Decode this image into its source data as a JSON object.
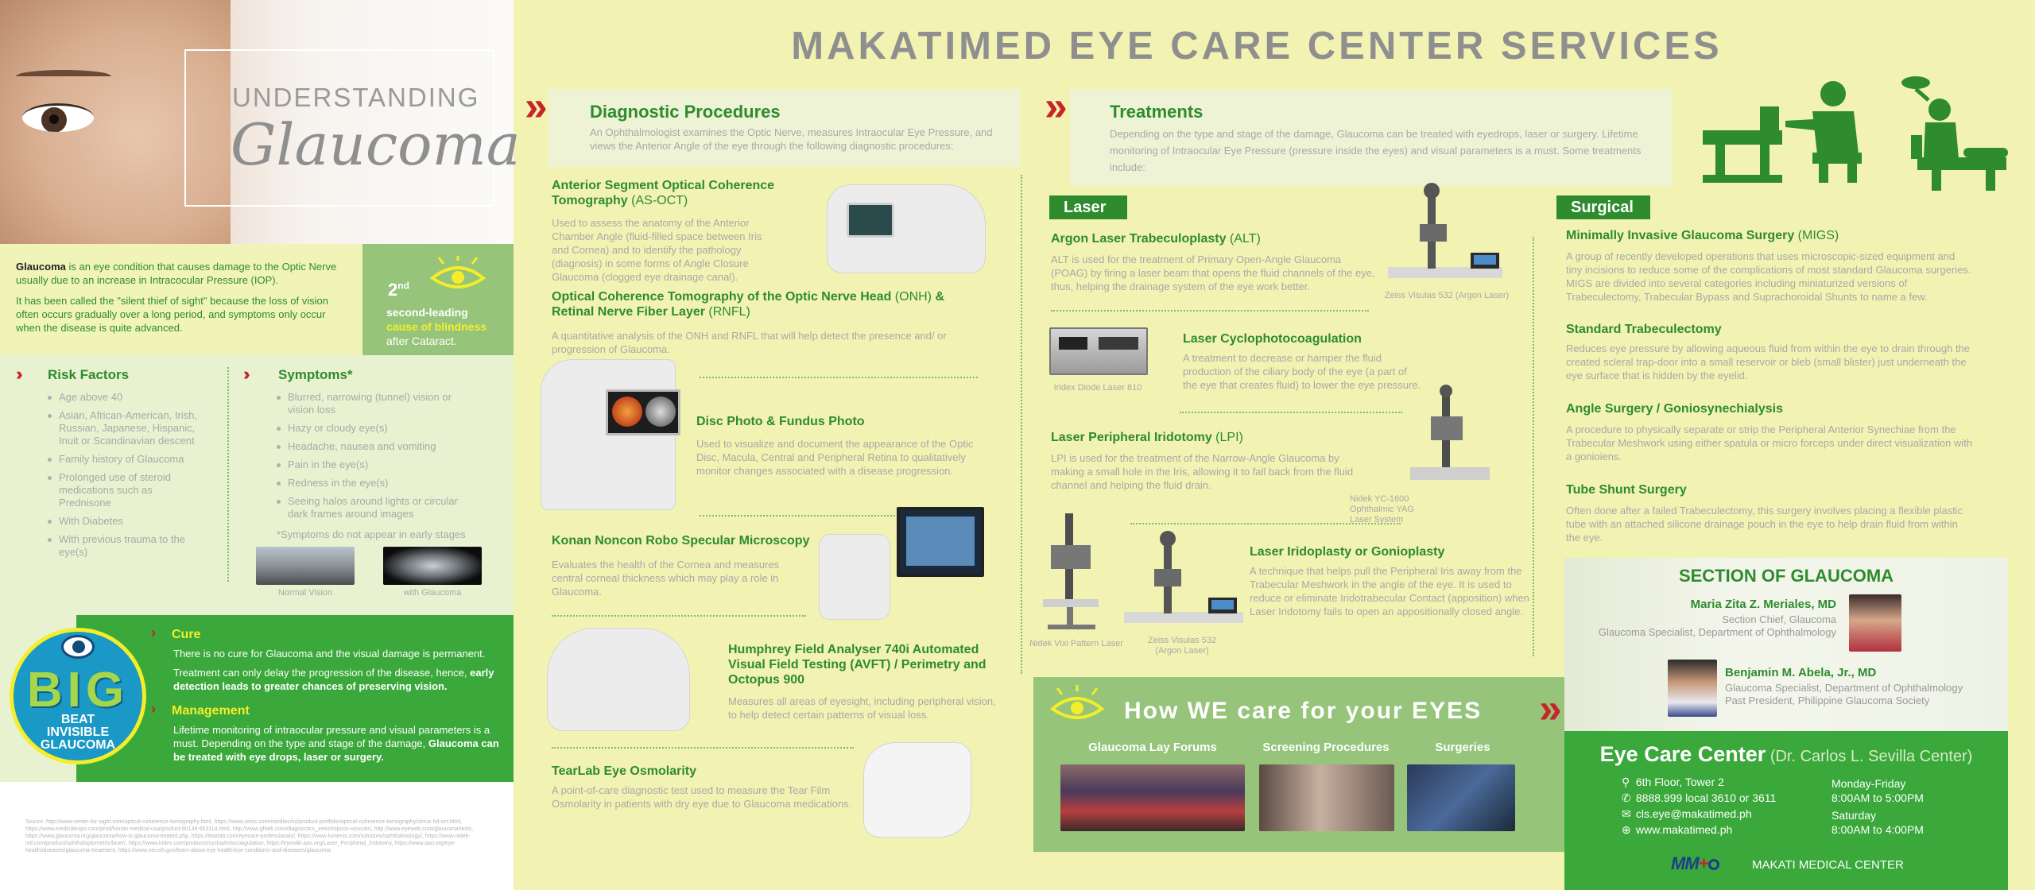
{
  "poster_title": "MAKATIMED EYE CARE CENTER SERVICES",
  "left": {
    "understanding": "UNDERSTANDING",
    "glaucoma": "Glaucoma",
    "intro_bold": "Glaucoma",
    "intro_rest": " is an eye condition that causes damage to the Optic Nerve usually due to an increase in Intracocular Pressure (IOP).",
    "intro2": "It has been called the \"silent thief of sight\" because the loss of vision often occurs gradually over a long period, and symptoms only occur when the disease is quite advanced.",
    "rank": "2",
    "rank_sup": "nd",
    "rank_line1": "second-leading",
    "rank_line2": "cause of blindness",
    "rank_line3": "after Cataract.",
    "risk_title": "Risk Factors",
    "risk_items": [
      "Age above 40",
      "Asian, African-American, Irish, Russian, Japanese, Hispanic, Inuit or Scandinavian descent",
      "Family history of Glaucoma",
      "Prolonged use of steroid medications such as Prednisone",
      "With Diabetes",
      "With previous trauma to the eye(s)"
    ],
    "symptoms_title": "Symptoms*",
    "symptom_items": [
      "Blurred, narrowing (tunnel) vision or vision loss",
      "Hazy or cloudy eye(s)",
      "Headache, nausea and vomiting",
      "Pain in the eye(s)",
      "Redness in the eye(s)",
      "Seeing halos around lights or circular dark frames around images"
    ],
    "symptoms_note": "*Symptoms do not appear in early stages",
    "normal_vision": "Normal Vision",
    "with_glaucoma": "with Glaucoma",
    "big_logo": {
      "big": "BIG",
      "beat": "BEAT",
      "invisible": "INVISIBLE",
      "glaucoma": "GLAUCOMA"
    },
    "cure_title": "Cure",
    "cure1": "There is no cure for Glaucoma and the visual damage is permanent.",
    "cure2": "Treatment can only delay the progression of the disease, hence, ",
    "cure2_bold": "early detection leads to greater chances of preserving vision.",
    "mgmt_title": "Management",
    "mgmt_text": "Lifetime monitoring of intraocular pressure and visual parameters is a must. Depending on the type and stage of the damage, ",
    "mgmt_bold": "Glaucoma can be treated with eye drops, laser or surgery.",
    "source": "Source: http://www.center-for-sight.com/optical-coherence-tomography.html, https://www.zeiss.com/meditec/int/product-portfolio/optical-coherence-tomography/cirrus-hd-oct.html, https://www.medicalexpo.com/prod/konan-medical-usa/product-80138-553114.html, http://www.ghtek.com/diagnostics_zeiss/topcon-visucam, http://www.eyeweb.com/glaucoma/tests, https://www.glaucoma.org/glaucoma/how-is-glaucoma-treated.php, https://tearlab.com/eyecare-professionals/, https://www.lumenis.com/solutions/ophthalmology/, https://www.nidek-intl.com/product/ophthaloptometric/laser/, https://www.iridex.com/products/cyclophotocoagulation, https://eyewiki.aao.org/Laser_Peripheral_Iridotomy, https://www.aao.org/eye-health/diseases/glaucoma-treatment, https://www.nei.nih.gov/learn-about-eye-health/eye-conditions-and-diseases/glaucoma"
  },
  "diagnostic": {
    "title": "Diagnostic Procedures",
    "intro": "An Ophthalmologist examines the Optic Nerve, measures Intraocular Eye Pressure, and views the Anterior Angle of the eye through the following diagnostic procedures:",
    "asoct_title": "Anterior Segment Optical Coherence Tomography",
    "asoct_abbr": " (AS-OCT)",
    "asoct_text": "Used to assess the anatomy of the Anterior Chamber Angle (fluid-filled space between Iris and Cornea) and to identify the pathology (diagnosis) in some forms of Angle Closure Glaucoma (clogged eye drainage canal).",
    "oct_title": "Optical Coherence Tomography of the Optic Nerve Head",
    "oct_abbr1": " (ONH)",
    "oct_and": " & Retinal Nerve Fiber Layer",
    "oct_abbr2": " (RNFL)",
    "oct_text": "A quantitative analysis of the ONH and RNFL that will help detect the presence and/ or progression of Glaucoma.",
    "disc_title": "Disc Photo & Fundus Photo",
    "disc_text": "Used to visualize and document the appearance of the Optic Disc, Macula, Central and Peripheral Retina to qualitatively monitor changes associated with a disease progression.",
    "konan_title": "Konan Noncon Robo Specular Microscopy",
    "konan_text": "Evaluates the health of the Cornea and measures central corneal thickness which may play a role in Glaucoma.",
    "hfa_title": "Humphrey Field Analyser 740i  Automated Visual Field Testing (AVFT) / Perimetry and Octopus 900",
    "hfa_text": "Measures all areas of eyesight, including peripheral vision, to help detect certain patterns of visual loss.",
    "tear_title": "TearLab Eye Osmolarity",
    "tear_text": "A point-of-care diagnostic test used to measure the Tear Film Osmolarity in patients with dry eye due to Glaucoma medications."
  },
  "treatments": {
    "title": "Treatments",
    "intro": "Depending on the type and stage of the damage, Glaucoma can be treated with eyedrops, laser or surgery. Lifetime monitoring of Intraocular Eye Pressure (pressure inside the eyes) and visual parameters is a must. Some treatments include:",
    "laser_label": "Laser",
    "alt_title": "Argon Laser Trabeculoplasty",
    "alt_abbr": " (ALT)",
    "alt_text": "ALT is used for the treatment of Primary Open-Angle Glaucoma (POAG) by firing a laser beam that opens the fluid channels of the eye, thus, helping the drainage system of the eye work better.",
    "alt_cap": "Zeiss Visulas 532 (Argon Laser)",
    "cyclo_title": "Laser Cyclophotocoagulation",
    "cyclo_text": "A treatment to decrease or hamper the fluid production of the ciliary body of the eye (a part of the eye that creates fluid) to lower the eye pressure.",
    "cyclo_cap": "Iridex Diode Laser 810",
    "lpi_title": "Laser Peripheral Iridotomy",
    "lpi_abbr": " (LPI)",
    "lpi_text": "LPI is used for the treatment of the Narrow-Angle Glaucoma by making a small hole in the Iris, allowing it to fall back from the fluid channel and helping the fluid drain.",
    "lpi_cap": "Nidek YC-1600 Ophthalmic YAG Laser System",
    "lig_title": "Laser Iridoplasty or Gonioplasty",
    "lig_text": "A technique that helps pull the Peripheral Iris away from the Trabecular  Meshwork in the angle of the eye. It is used to reduce or eliminate Iridotrabecular Contact (apposition) when Laser Iridotomy fails to open an appositionally closed angle.",
    "nidek_cap": "Nidek Vixi Pattern Laser",
    "zeiss_cap": "Zeiss Visulas 532 (Argon Laser)",
    "surgical_label": "Surgical",
    "migs_title": "Minimally Invasive Glaucoma Surgery",
    "migs_abbr": " (MIGS)",
    "migs_text": "A group of recently developed operations that uses microscopic-sized equipment and tiny incisions to reduce some of the complications of  most standard Glaucoma surgeries. MIGS are divided into several categories including miniaturized versions of Trabeculectomy, Trabecular Bypass and Suprachoroidal Shunts to name a few.",
    "trab_title": "Standard Trabeculectomy",
    "trab_text": "Reduces eye pressure by allowing aqueous fluid from within the eye to drain through the created  scleral trap-door into a small reservoir or bleb (small blister) just underneath the eye surface that is hidden by the eyelid.",
    "angle_title": "Angle Surgery / Goniosynechialysis",
    "angle_text": "A procedure to physically separate or strip the Peripheral Anterior Synechiae from the Trabecular Meshwork using either spatula or micro forceps under direct visualization with a gonioiens.",
    "tube_title": "Tube Shunt Surgery",
    "tube_text": "Often done after a failed Trabeculectomy, this surgery involves placing a flexible plastic tube with an attached silicone drainage pouch in the eye to help drain fluid from within the eye."
  },
  "care": {
    "title": "How WE care for your EYES",
    "items": [
      "Glaucoma Lay Forums",
      "Screening Procedures",
      "Surgeries"
    ]
  },
  "section": {
    "title": "SECTION OF GLAUCOMA",
    "doc1_name": "Maria Zita Z. Meriales, MD",
    "doc1_role1": "Section Chief, Glaucoma",
    "doc1_role2": "Glaucoma Specialist, Department of Ophthalmology",
    "doc2_name": "Benjamin M. Abela, Jr., MD",
    "doc2_role1": "Glaucoma Specialist, Department of Ophthalmology",
    "doc2_role2": "Past President, Philippine Glaucoma Society"
  },
  "center": {
    "title": "Eye Care Center",
    "subtitle": " (Dr. Carlos L. Sevilla Center)",
    "address": "6th Floor, Tower 2",
    "phone": "8888.999 local 3610 or 3611",
    "email": "cls.eye@makatimed.ph",
    "web": "www.makatimed.ph",
    "hours1": "Monday-Friday",
    "hours2": "8:00AM to 5:00PM",
    "hours3": "Saturday",
    "hours4": "8:00AM to 4:00PM",
    "logo_mark": "MM",
    "logo_text": "MAKATI MEDICAL CENTER"
  },
  "colors": {
    "green": "#2e8b2e",
    "bright_green": "#3aa83a",
    "pale_yellow": "#f2f3b2",
    "red": "#c8242a",
    "gray_title": "#8f8f8f"
  }
}
